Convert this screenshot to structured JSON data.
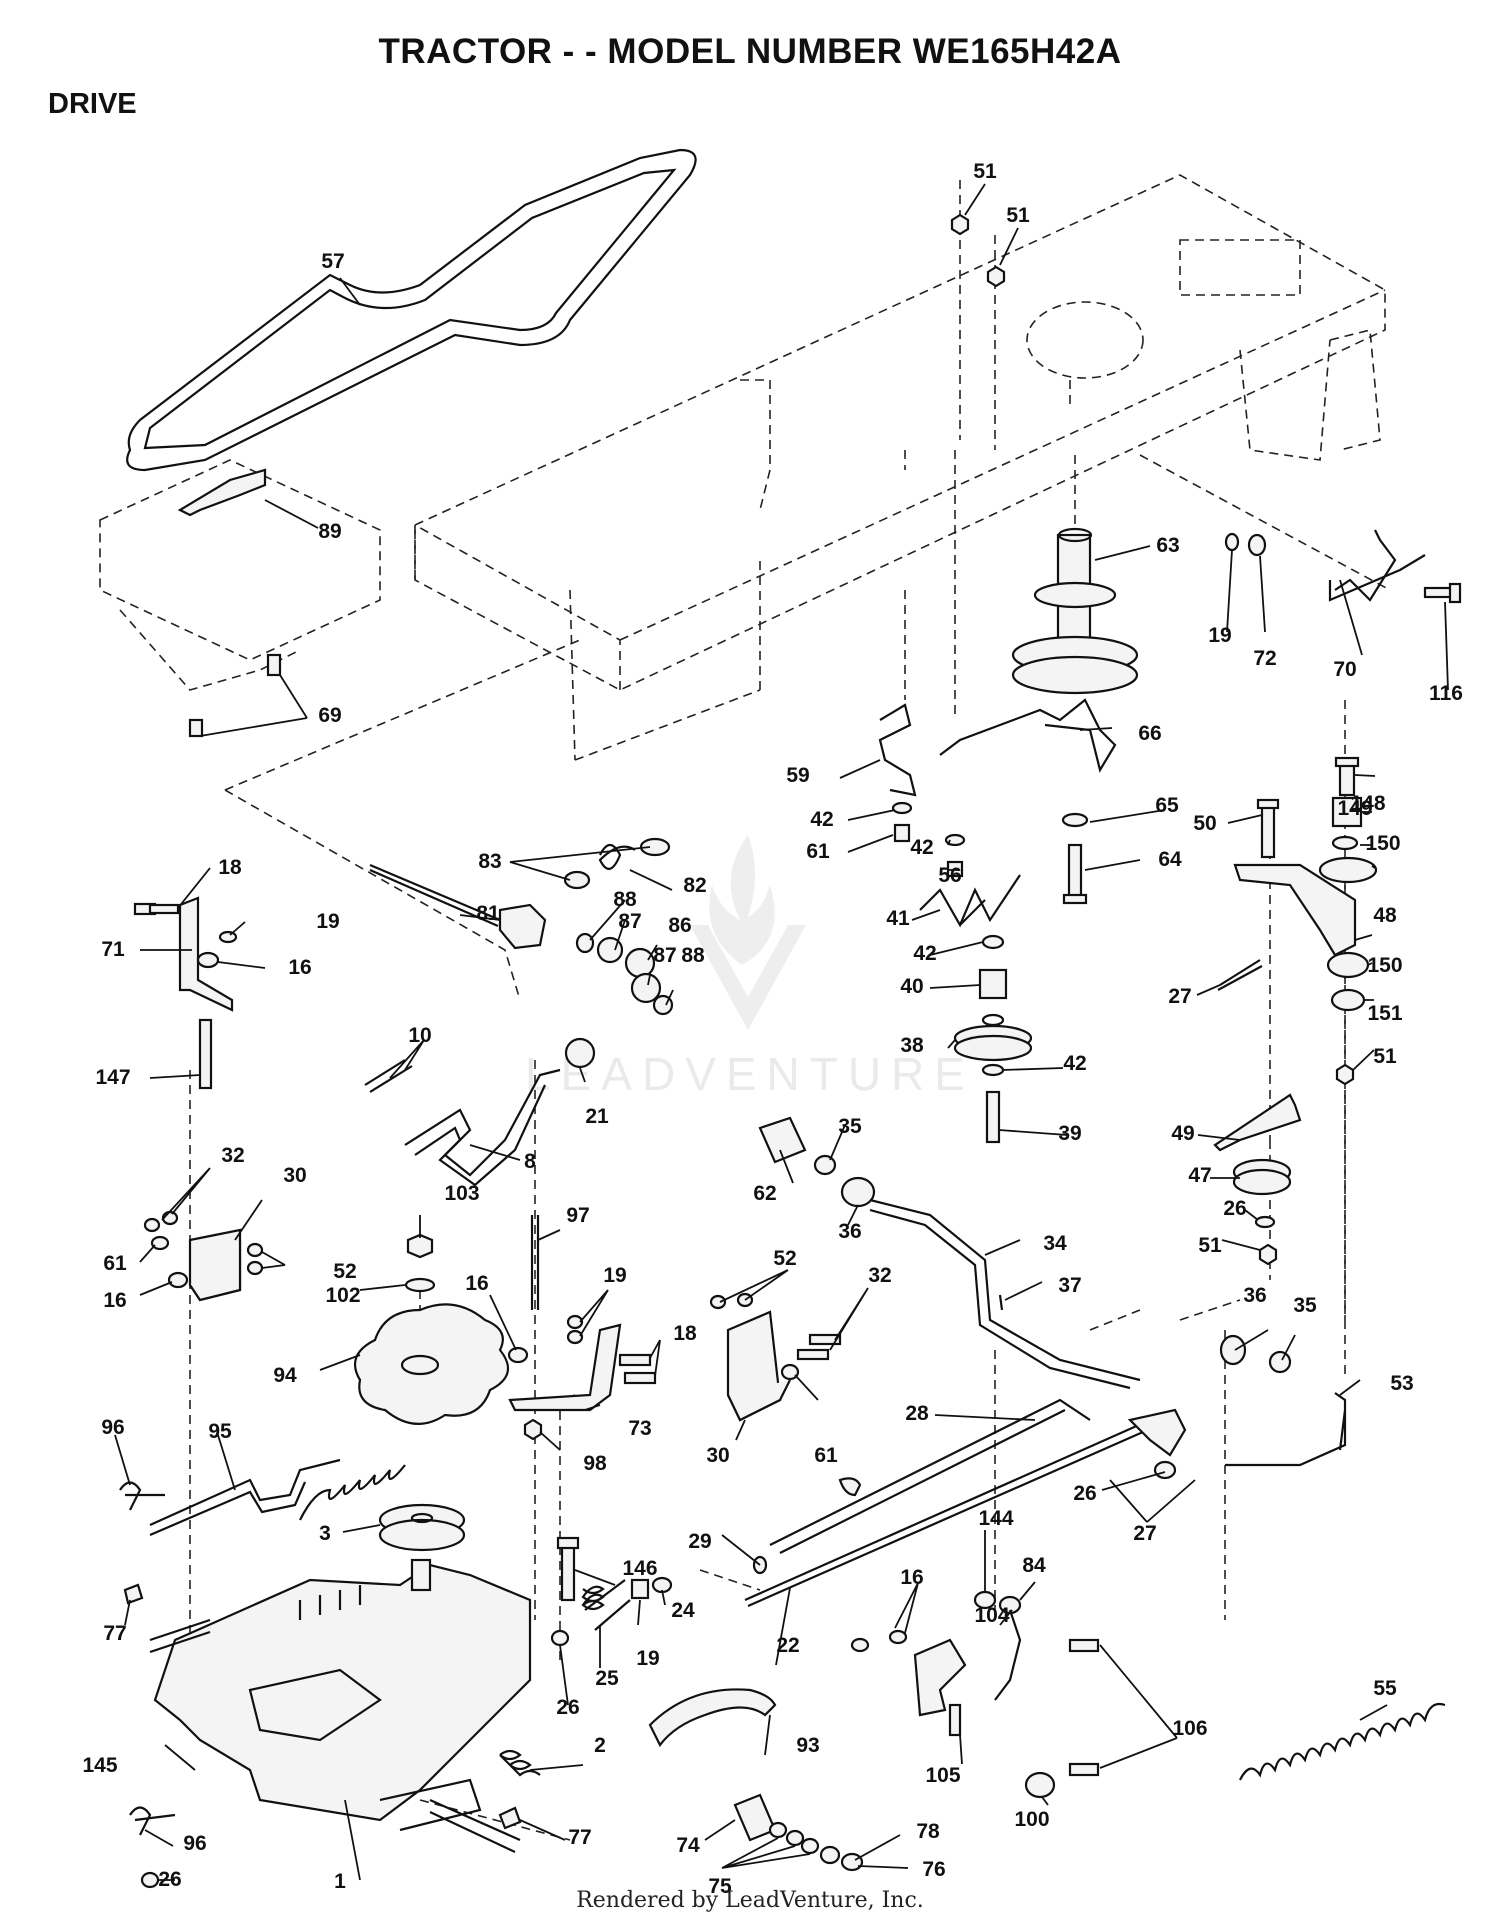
{
  "page": {
    "title": "TRACTOR - - MODEL NUMBER WE165H42A",
    "section": "DRIVE",
    "footer": "Rendered by LeadVenture, Inc.",
    "watermark": "LEADVENTURE"
  },
  "part_labels": [
    "57",
    "89",
    "69",
    "51",
    "51",
    "63",
    "19",
    "72",
    "70",
    "116",
    "66",
    "59",
    "42",
    "61",
    "42",
    "56",
    "65",
    "64",
    "50",
    "148",
    "149",
    "150",
    "48",
    "150",
    "151",
    "51",
    "27",
    "18",
    "19",
    "71",
    "16",
    "147",
    "83",
    "82",
    "81",
    "88",
    "87",
    "86",
    "87",
    "88",
    "41",
    "42",
    "40",
    "38",
    "42",
    "39",
    "10",
    "21",
    "8",
    "35",
    "62",
    "36",
    "34",
    "37",
    "49",
    "47",
    "26",
    "51",
    "32",
    "30",
    "61",
    "52",
    "16",
    "103",
    "102",
    "97",
    "16",
    "19",
    "18",
    "73",
    "52",
    "32",
    "30",
    "61",
    "98",
    "94",
    "96",
    "95",
    "36",
    "35",
    "53",
    "28",
    "26",
    "3",
    "29",
    "22",
    "146",
    "24",
    "19",
    "25",
    "26",
    "144",
    "16",
    "84",
    "104",
    "27",
    "77",
    "145",
    "93",
    "2",
    "105",
    "100",
    "106",
    "55",
    "96",
    "77",
    "26",
    "1",
    "74",
    "75",
    "78",
    "76"
  ]
}
